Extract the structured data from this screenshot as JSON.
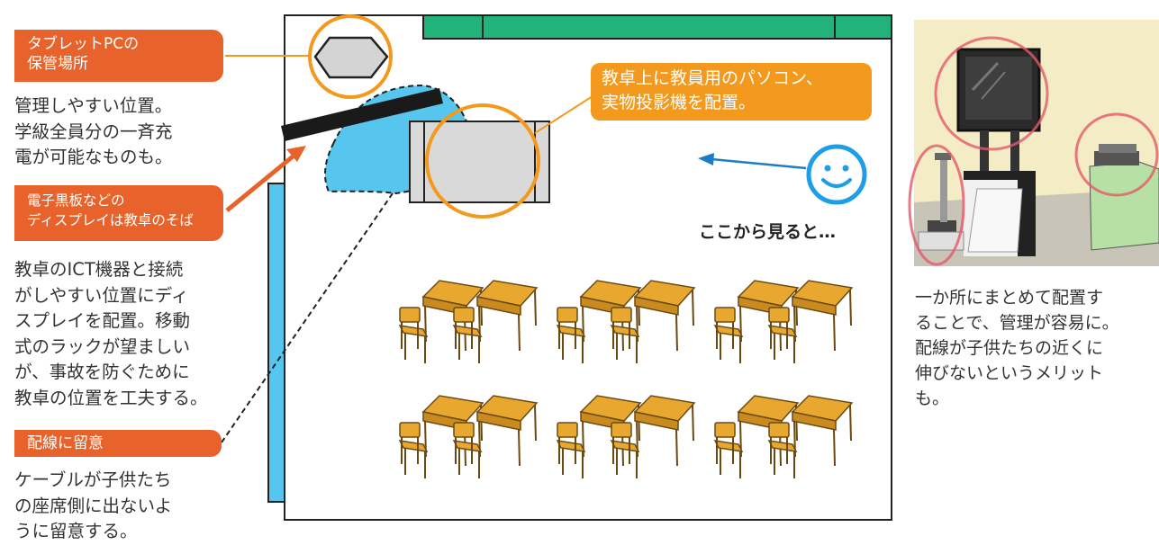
{
  "left_panel": {
    "tablet_tag": [
      "タブレットPCの",
      "保管場所"
    ],
    "tablet_desc": [
      "管理しやすい位置。",
      "学級全員分の一斉充",
      "電が可能なものも。"
    ],
    "display_tag": [
      "電子黒板などの",
      "ディスプレイは教卓のそば"
    ],
    "display_desc": [
      "教卓のICT機器と接続",
      "がしやすい位置にディ",
      "スプレイを配置。移動",
      "式のラックが望ましい",
      "が、事故を防ぐために",
      "教卓の位置を工夫する。"
    ],
    "wiring_tag": "配線に留意",
    "wiring_desc": [
      "ケーブルが子供たち",
      "の座席側に出ないよ",
      "うに留意する。"
    ]
  },
  "classroom": {
    "teacher_desk_callout": [
      "教卓上に教員用のパソコン、",
      "実物投影機を配置。"
    ],
    "viewpoint_label": "ここから見ると…"
  },
  "right_panel": {
    "photo_desc": [
      "一か所にまとめて配置す",
      "ることで、管理が容易に。",
      "配線が子供たちの近くに",
      "伸びないというメリット",
      "も。"
    ]
  },
  "colors": {
    "orange_tag": "#e8632b",
    "orange_callout": "#f39a1e",
    "teal_board": "#22b37a",
    "blue_area": "#56c6ef",
    "desk_gold": "#e8a82f"
  }
}
